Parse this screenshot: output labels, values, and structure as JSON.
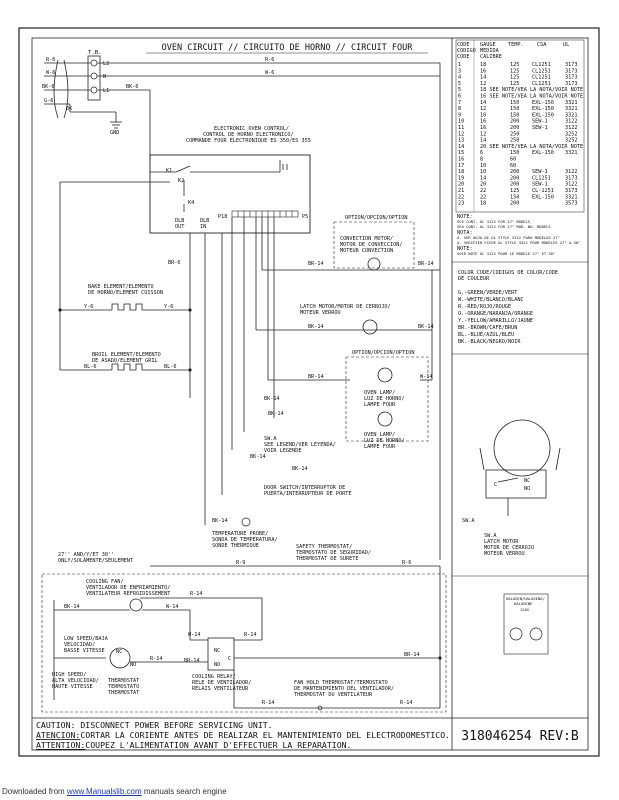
{
  "title": "OVEN CIRCUIT // CIRCUITO DE HORNO // CIRCUIT FOUR",
  "part_number": "318046254 REV:B",
  "caution_lines": [
    {
      "label": "CAUTION:",
      "text": " DISCONNECT POWER BEFORE SERVICING UNIT."
    },
    {
      "label": "ATENCION:",
      "text": "CORTAR LA CORIENTE ANTES DE REALIZAR EL MANTENIMIENTO DEL ELECTRODOMESTICO."
    },
    {
      "label": "ATTENTION:",
      "text": "COUPEZ L'ALIMENTATION AVANT D'EFFECTUER LA REPARATION."
    }
  ],
  "footer": {
    "prefix": "Downloaded from ",
    "link": "www.Manualslib.com",
    "suffix": " manuals search engine"
  },
  "terminal_block": {
    "name": "T.B.",
    "terminals": [
      "L2",
      "N",
      "L1"
    ]
  },
  "wire_labels": {
    "r6": "R-6",
    "w6": "W-6",
    "bk6": "BK-6",
    "g6": "G-6",
    "bk": "BK",
    "gnd": "GND",
    "y6": "Y-6",
    "bl6": "BL-6",
    "w14": "W-14",
    "bk14": "BK-14",
    "br14": "BR-14",
    "r14": "R-14",
    "br6": "BR-6",
    "r9": "R-9"
  },
  "components": {
    "control": [
      "ELECTRONIC OVEN CONTROL/",
      "CONTROL DE HORNO ELECTRONICO/",
      "COMMANDE FOUR ELECTRONIQUE ES 350/ES 355"
    ],
    "k1": "K1",
    "k2": "K2",
    "k4": "K4",
    "dlb": [
      "DLB",
      "OUT"
    ],
    "dlb_in": [
      "DLB",
      "IN"
    ],
    "p18": "P18",
    "p5": "P5",
    "option": "OPTION/OPCION/OPTION",
    "convection": [
      "CONVECTION MOTOR/",
      "MOTOR DE CONVECCION/",
      "MOTEUR CONVECTION"
    ],
    "bake": [
      "BAKE ELEMENT/ELEMENTO",
      "DE HORNO/ELEMENT CUISSON"
    ],
    "broil": [
      "BROIL ELEMENT/ELEMENTO",
      "DE ASADO/ELEMENT GRIL"
    ],
    "latch": [
      "LATCH MOTOR/MOTOR DE CERROJO/",
      "MOTEUR VERROU"
    ],
    "oven_lamp": [
      "OVEN LAMP/",
      "LUZ DE HORNO/",
      "LAMPE FOUR"
    ],
    "sw_a": "SW.A",
    "legend_ref": [
      "SEE LEGEND/VER LEYENDA/",
      "VOIR LEGENDE"
    ],
    "door": [
      "DOOR SWITCH/INTERRUPTOR DE",
      "PUERTA/INTERRUPTEUR DE PORTE"
    ],
    "probe": [
      "TEMPERATURE PROBE/",
      "SONDA DE TEMPERATURA/",
      "SONDE THERMIQUE"
    ],
    "safety": [
      "SAFETY THERMOSTAT/",
      "TERMOSTATO DE SEGURIDAD/",
      "THERMOSTAT DE SURETE"
    ],
    "only27": [
      "27'' AND/Y/ET 30''",
      "ONLY/SOLAMENTE/SEULEMENT"
    ],
    "fan": [
      "COOLING FAN/",
      "VENTILADOR DE ENFRIAMIENTO/",
      "VENTILATEUR REFROIDISSEMENT"
    ],
    "low": [
      "LOW SPEED/BAJA",
      "VELOCIDAD/",
      "BASSE VITESSE"
    ],
    "high": [
      "HIGH SPEED/",
      "ALTA VELOCIDAD/",
      "HAUTE VITESSE"
    ],
    "thermostat": [
      "THERMOSTAT",
      "TERMOSTATO",
      "THERMOSTAT"
    ],
    "relay": [
      "COOLING RELAY/",
      "RELE DE VENTILADOR/",
      "RELAIS VENTILATEUR"
    ],
    "fanhold": [
      "FAN HOLD THERMOSTAT/TERMOSTATO",
      "DE MANTENIMIENTO DEL VENTILADOR/",
      "THERMOSTAT DU VENTILATEUR"
    ],
    "nc": "NC",
    "no": "NO",
    "c": "C"
  },
  "gauge_table": {
    "headers": [
      [
        "CODE",
        "GAUGE",
        "TEMP.",
        "CSA",
        "UL"
      ],
      [
        "CODIGO",
        "MEDIDA"
      ],
      [
        "CODE",
        "CALIBRE"
      ]
    ],
    "rows": [
      [
        "1",
        "18",
        "125",
        "CL1251",
        "3173"
      ],
      [
        "3",
        "16",
        "125",
        "CL1251",
        "3173"
      ],
      [
        "4",
        "14",
        "125",
        "CL1251",
        "3173"
      ],
      [
        "5",
        "12",
        "125",
        "CL1251",
        "3173"
      ],
      [
        "5",
        "18 SEE NOTE/VEA LA NOTA/VOIR NOTE",
        "",
        "",
        ""
      ],
      [
        "6",
        "16 SEE NOTE/VEA LA NOTA/VOIR NOTE",
        "",
        "",
        ""
      ],
      [
        "7",
        "14",
        "150",
        "EXL-150",
        "3321"
      ],
      [
        "8",
        "12",
        "150",
        "EXL-150",
        "3321"
      ],
      [
        "9",
        "10",
        "150",
        "EXL-150",
        "3321"
      ],
      [
        "10",
        "16",
        "200",
        "SEW-1",
        "3122"
      ],
      [
        "11",
        "16",
        "200",
        "SEW-1",
        "3122"
      ],
      [
        "12",
        "12",
        "250",
        "",
        "3252"
      ],
      [
        "13",
        "14",
        "250",
        "",
        "3252"
      ],
      [
        "14",
        "20 SEE NOTE/VEA LA NOTA/VOIR NOTE",
        "",
        "",
        ""
      ],
      [
        "15",
        "6",
        "150",
        "EXL-150",
        "3321"
      ],
      [
        "16",
        "8",
        "60",
        "",
        ""
      ],
      [
        "17",
        "10",
        "60",
        "",
        ""
      ],
      [
        "18",
        "10",
        "200",
        "SEW-1",
        "3122"
      ],
      [
        "19",
        "14",
        "200",
        "CL1251",
        "3173"
      ],
      [
        "20",
        "20",
        "200",
        "SEW-1",
        "3122"
      ],
      [
        "21",
        "22",
        "125",
        "CL-1251",
        "3173"
      ],
      [
        "22",
        "22",
        "150",
        "EXL-150",
        "3321"
      ],
      [
        "23",
        "18",
        "200",
        "",
        "3573"
      ]
    ],
    "notes": [
      "NOTE:",
      "SEE CONT. UL 3122 FOR 27\" MODELS",
      "VEA CONT. UL 3122 FOR 27\" MOD. NO. MODELS",
      "NOTA:",
      "A. VER HOJA DE UL STYLE 3122 PARA MODELOS 27\"",
      "A. VERIFIER FICHE UL STYLE 3321 POUR MODELES 27\" & 30\"",
      "NOTE:",
      "VOIR NOTE UL 3122 POUR LE MODELE 27\" ET 30\""
    ]
  },
  "color_code": {
    "title": [
      "COLOR CODE/CODIGOS DE COLOR/CODE",
      "DE COULEUR"
    ],
    "items": [
      "G.-GREEN/VERDE/VERT",
      "W.-WHITE/BLANCO/BLANC",
      "R.-RED/ROJO/ROUGE",
      "O.-ORANGE/NARANJA/ORANGE",
      "Y.-YELLOW/AMARILLO/JAUNE",
      "BR.-BROWN/CAFE/BRUN",
      "BL.-BLUE/AZUL/BLEU",
      "BK.-BLACK/NEGRO/NOIR"
    ]
  },
  "legend": {
    "sw": "SW.A",
    "nc": "NC",
    "no": "NO",
    "c": "C",
    "text": [
      "SW.A",
      "LATCH MOTOR",
      "MOTOR DE CERROJO",
      "MOTEUR VERROU"
    ]
  },
  "small_box": [
    "HALOGEN/HALOGENO/",
    "HALOGENE",
    "120V"
  ]
}
